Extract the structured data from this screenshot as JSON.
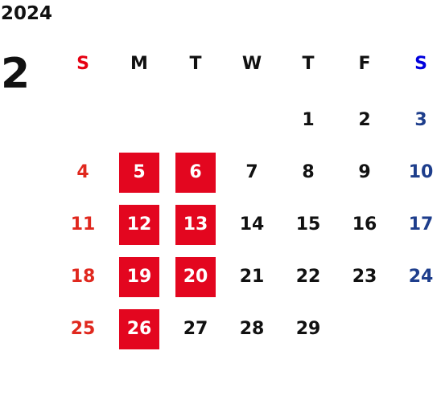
{
  "calendar": {
    "year": "2024",
    "month": "2",
    "weekdays": [
      "S",
      "M",
      "T",
      "W",
      "T",
      "F",
      "S"
    ],
    "weekday_colors": [
      "#e60012",
      "#111111",
      "#111111",
      "#111111",
      "#111111",
      "#111111",
      "#0000dd"
    ],
    "highlight_color": "#e3061f",
    "highlighted_days": [
      "5",
      "6",
      "12",
      "13",
      "19",
      "20",
      "26"
    ],
    "weeks": [
      [
        "",
        "",
        "",
        "",
        "1",
        "2",
        "3"
      ],
      [
        "4",
        "5",
        "6",
        "7",
        "8",
        "9",
        "10"
      ],
      [
        "11",
        "12",
        "13",
        "14",
        "15",
        "16",
        "17"
      ],
      [
        "18",
        "19",
        "20",
        "21",
        "22",
        "23",
        "24"
      ],
      [
        "25",
        "26",
        "27",
        "28",
        "29",
        "",
        ""
      ]
    ]
  }
}
